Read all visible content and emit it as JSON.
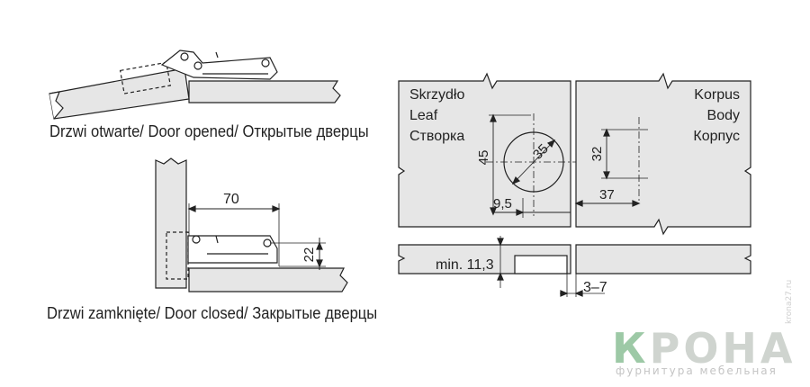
{
  "captions": {
    "opened": "Drzwi otwarte/ Door opened/ Открытые дверцы",
    "closed": "Drzwi zamknięte/ Door closed/ Закрытые  дверцы"
  },
  "dimensions": {
    "closed_width": "70",
    "closed_height": "22",
    "cup_diameter": "35",
    "cup_distance": "45",
    "cup_edge": "9,5",
    "plate_spacing": "32",
    "plate_edge": "37",
    "min_thickness": "min. 11,3",
    "gap": "3–7"
  },
  "labels": {
    "leaf": [
      "Skrzydło",
      "Leaf",
      "Створка"
    ],
    "body": [
      "Korpus",
      "Body",
      "Корпус"
    ]
  },
  "brand": {
    "name_first": "К",
    "name_rest": "РОНА",
    "tagline": "фурнитура мебельная",
    "site": "krona27.ru"
  },
  "colors": {
    "panel_fill": "#e6e6e6",
    "line": "#222222",
    "brand_green": "#9dc9a6",
    "brand_grey": "#cfd4cf"
  }
}
